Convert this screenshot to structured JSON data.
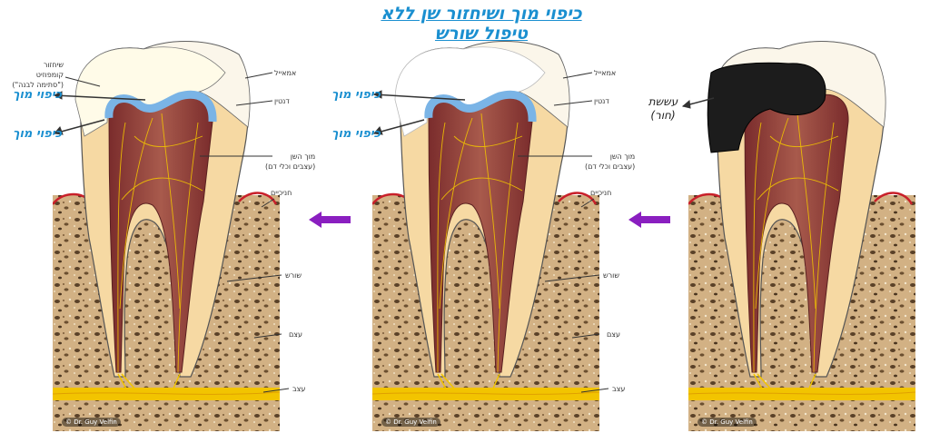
{
  "title": "כיפוי מוך ושיחזור שן ללא טיפול שורש",
  "labels": {
    "enamel": "אמאייל",
    "dentin": "דנטין",
    "pulp_line1": "מוך השן",
    "pulp_line2": "(עצבים וכלי דם)",
    "gums": "חניכיים",
    "root": "שורש",
    "bone": "עצם",
    "nerve": "עצב",
    "composite_line1": "שיחזור",
    "composite_line2": "קומפוזיט",
    "composite_line3": "(\"סתימה לבנה\")",
    "pulp_capping": "כיפוי מוך",
    "caries_line1": "עששת",
    "caries_line2": "(חור)"
  },
  "watermark": "© Dr. Guy Velfin",
  "colors": {
    "title": "#1a8fd0",
    "arrow": "#8a1fc0",
    "pulp_cap": "#7ab4e6",
    "gum": "#c8202a",
    "nerve": "#f2c400"
  }
}
